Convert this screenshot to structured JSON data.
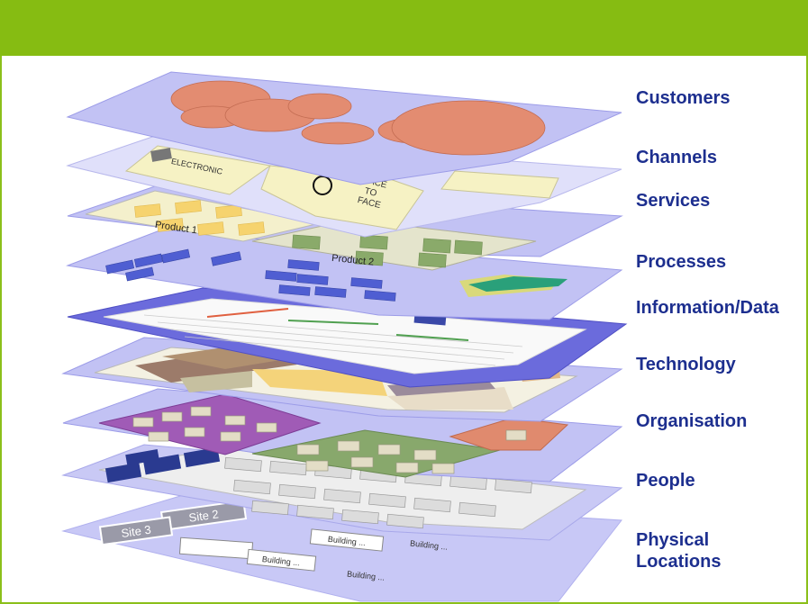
{
  "layers": [
    {
      "label": "Customers"
    },
    {
      "label": "Channels"
    },
    {
      "label": "Services"
    },
    {
      "label": "Processes"
    },
    {
      "label": "Information/Data"
    },
    {
      "label": "Technology"
    },
    {
      "label": "Organisation"
    },
    {
      "label": "People"
    },
    {
      "label": "Physical Locations"
    }
  ],
  "channels": {
    "electronic": "ELECTRONIC",
    "face_line1": "FACE",
    "face_line2": "TO",
    "face_line3": "FACE"
  },
  "services": {
    "product1": "Product 1",
    "product2": "Product 2"
  },
  "locations": {
    "site2": "Site 2",
    "site3": "Site 3",
    "building": "Building ..."
  },
  "colors": {
    "banner": "#86bc12",
    "label": "#1d2f8f",
    "plane": "#c9c9f5",
    "plane_dark": "#6b6bdc",
    "customer_bubble": "#e58a6b"
  }
}
